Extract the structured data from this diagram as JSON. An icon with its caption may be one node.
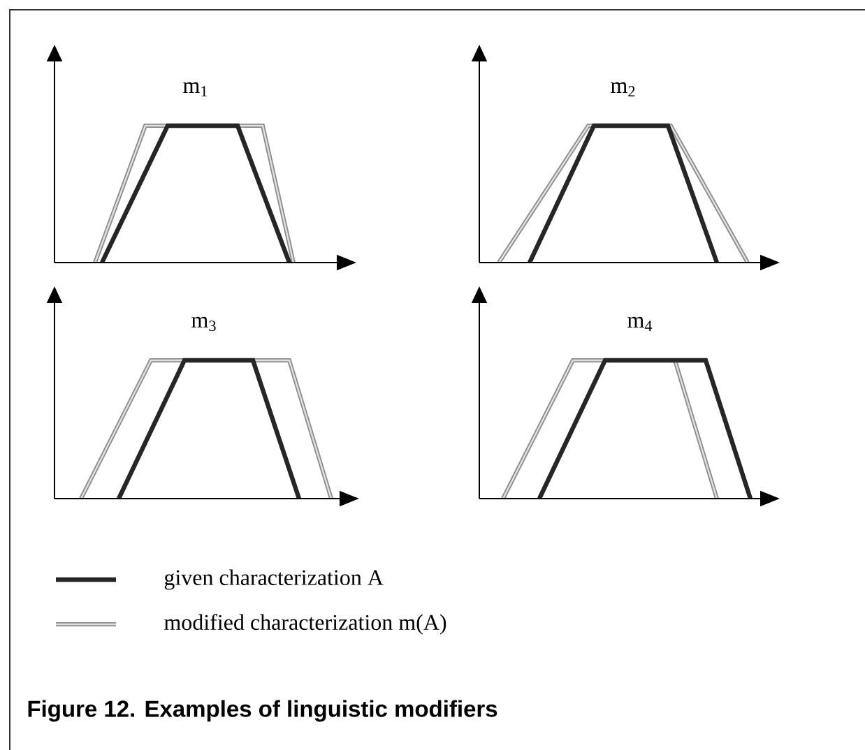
{
  "diagram": {
    "caption": "Figure 12. Examples of linguistic modifiers",
    "labels": [
      "m$_{1}$",
      "m$_{2}$",
      "m$_{3}$",
      "m$_{4}$"
    ],
    "legend": [
      {
        "text": "given characterization A"
      },
      {
        "text": "modified characterization  m(A)"
      }
    ]
  }
}
